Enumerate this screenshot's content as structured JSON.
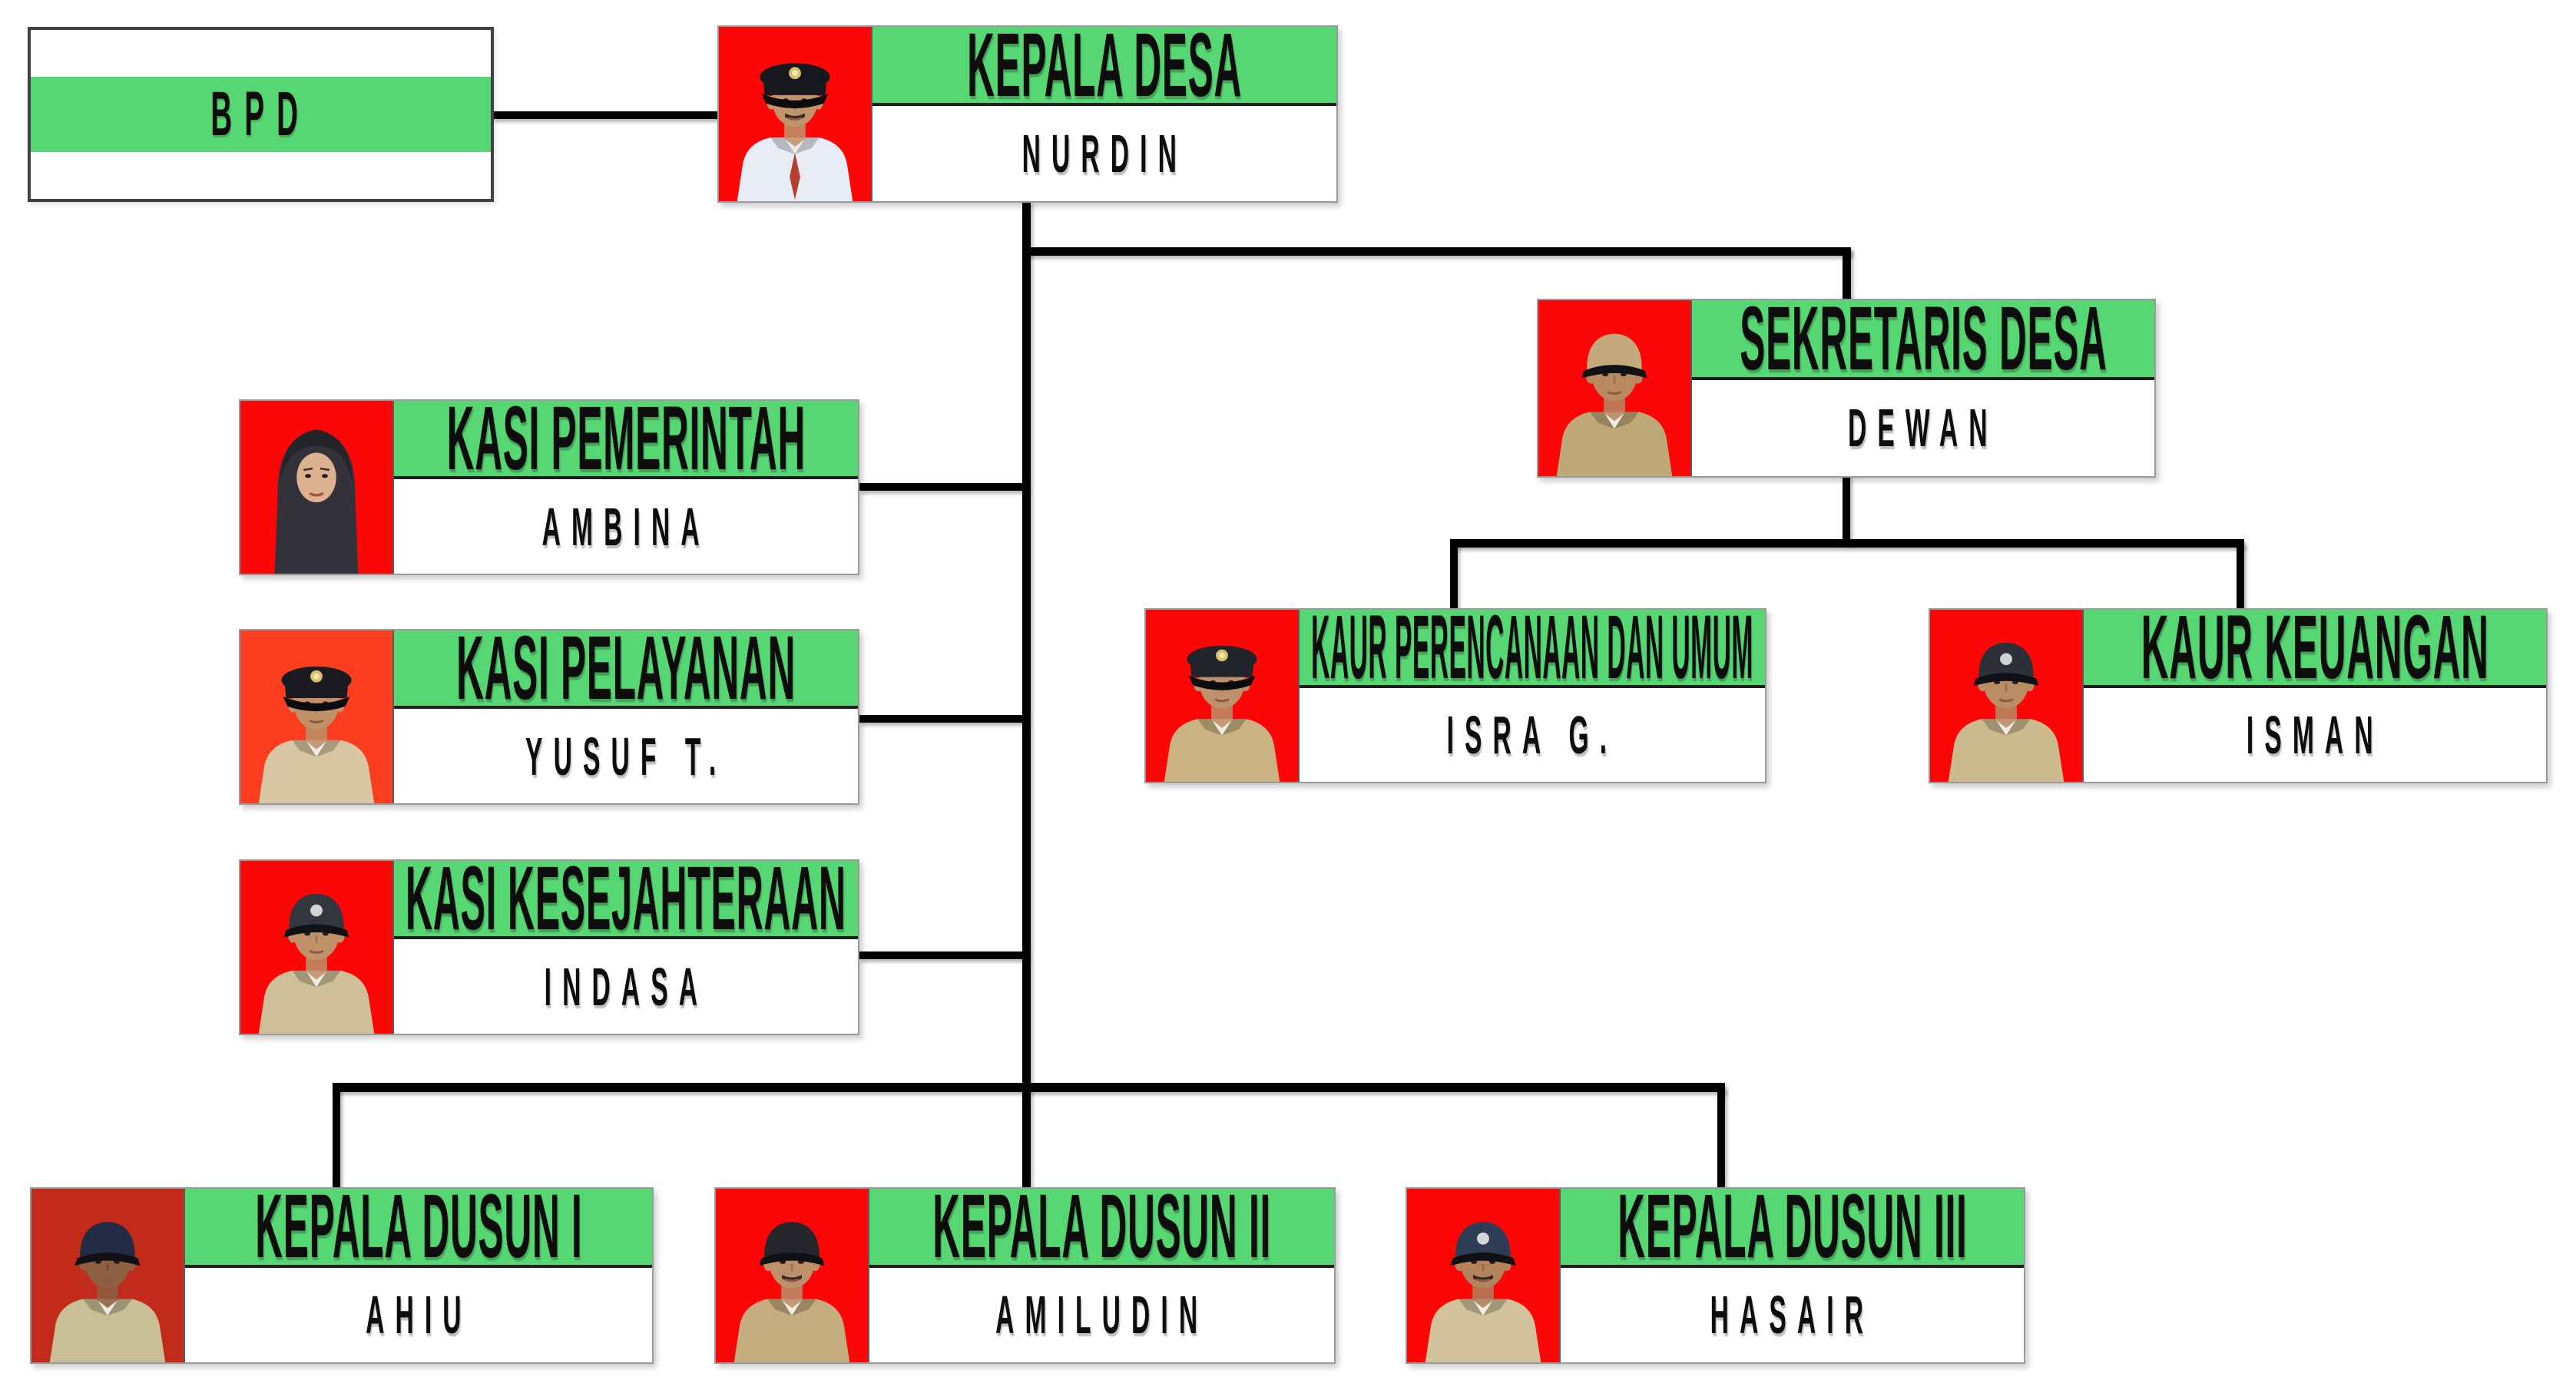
{
  "bpd": {
    "label": "BPD"
  },
  "nodes": {
    "kepala_desa": {
      "title": "KEPALA DESA",
      "name": "NURDIN",
      "photo": {
        "style": "officer-cap",
        "bg": "#fb0708",
        "uniform": "#e8edf5",
        "cap": "#17181d",
        "skin": "#c2946c",
        "emblem": true,
        "tie": true,
        "mustache": true,
        "description": "man in white-blue official uniform, black peaked cap with gold garuda emblem, red background"
      }
    },
    "sekretaris_desa": {
      "title": "SEKRETARIS DESA",
      "name": "DEWAN",
      "photo": {
        "style": "ball-cap",
        "bg": "#fb0708",
        "uniform": "#bfa878",
        "cap": "#c3a97c",
        "skin": "#b98a62",
        "logo": false,
        "mustache": false,
        "description": "man in khaki village uniform and khaki cap, red background"
      }
    },
    "kasi_pemerintah": {
      "title": "KASI PEMERINTAH",
      "name": "AMBINA",
      "photo": {
        "style": "hijab",
        "bg": "#fb0708",
        "hijab": "#33323a",
        "skin": "#dcb291",
        "description": "woman in dark hijab, red background"
      }
    },
    "kasi_pelayanan": {
      "title": "KASI PELAYANAN",
      "name": "YUSUF T.",
      "photo": {
        "style": "officer-cap",
        "bg": "#fb3e1f",
        "uniform": "#d9c6a2",
        "cap": "#1a1b20",
        "skin": "#c09066",
        "emblem": true,
        "mustache": false,
        "description": "older man in tan uniform and black peaked cap, orange-red background"
      }
    },
    "kasi_kesejahteraan": {
      "title": "KASI KESEJAHTERAAN",
      "name": "INDASA",
      "photo": {
        "style": "ball-cap",
        "bg": "#fb0708",
        "uniform": "#cfbf99",
        "cap": "#33363d",
        "skin": "#c1926a",
        "logo": true,
        "mustache": false,
        "description": "man in khaki shirt and dark baseball cap with white logo, red background"
      }
    },
    "kaur_perencanaan": {
      "title": "KAUR PERENCANAAN DAN UMUM",
      "name": "ISRA G.",
      "photo": {
        "style": "officer-cap",
        "bg": "#fb0708",
        "uniform": "#cab283",
        "cap": "#22242c",
        "skin": "#b9erase",
        "emblem": true,
        "mustache": false,
        "description": "man in khaki uniform and dark cap with gold emblem, red background"
      }
    },
    "kaur_keuangan": {
      "title": "KAUR KEUANGAN",
      "name": "ISMAN",
      "photo": {
        "style": "ball-cap",
        "bg": "#fb0708",
        "uniform": "#cdbb90",
        "cap": "#2c3037",
        "skin": "#bb8d65",
        "logo": true,
        "mustache": false,
        "description": "man in khaki shirt and dark baseball cap with white logo, red background"
      }
    },
    "kepala_dusun_1": {
      "title": "KEPALA DUSUN I",
      "name": "AHIU",
      "photo": {
        "style": "ball-cap",
        "bg": "#c22b1a",
        "uniform": "#c8bf97",
        "cap": "#222c42",
        "skin": "#8f5f41",
        "logo": false,
        "mustache": false,
        "description": "man in olive-khaki shirt and navy cap, dark red background"
      }
    },
    "kepala_dusun_2": {
      "title": "KEPALA DUSUN II",
      "name": "AMILUDIN",
      "photo": {
        "style": "ball-cap",
        "bg": "#fb0708",
        "uniform": "#c5ad80",
        "cap": "#24262c",
        "skin": "#b0relief",
        "logo": false,
        "mustache": true,
        "description": "man in khaki uniform and black cap, red background"
      }
    },
    "kepala_dusun_3": {
      "title": "KEPALA DUSUN III",
      "name": "HASAIR",
      "photo": {
        "style": "ball-cap",
        "bg": "#fb0708",
        "uniform": "#d1c29c",
        "cap": "#2e3c55",
        "skin": "#b3835c",
        "logo": true,
        "mustache": true,
        "description": "man with mustache in khaki uniform and navy cap with logo, red background"
      }
    }
  },
  "colors": {
    "band_green": "#57d773",
    "connector_black": "#000000",
    "photo_red": "#fb0708",
    "box_border_gray": "#9a9a9a",
    "bpd_border_dark": "#414042",
    "title_separator": "#1f1f1f",
    "text_black": "#0d0d0d"
  },
  "hierarchy": {
    "coordination": [
      "BPD",
      "KEPALA DESA"
    ],
    "kepala_desa_reports": [
      "SEKRETARIS DESA",
      "KASI PEMERINTAH",
      "KASI PELAYANAN",
      "KASI KESEJAHTERAAN",
      "KEPALA DUSUN I",
      "KEPALA DUSUN II",
      "KEPALA DUSUN III"
    ],
    "sekretaris_reports": [
      "KAUR PERENCANAAN DAN UMUM",
      "KAUR KEUANGAN"
    ]
  }
}
